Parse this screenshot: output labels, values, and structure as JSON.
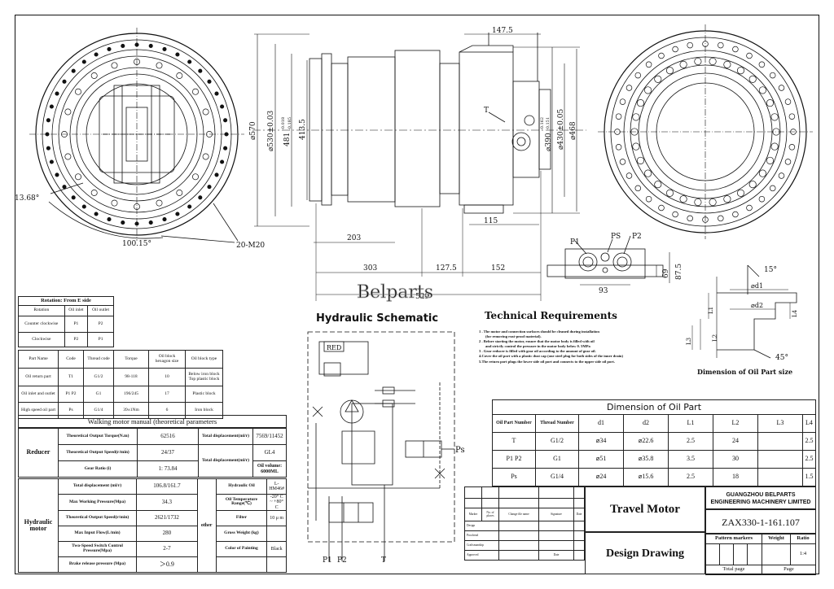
{
  "watermark": "Belparts",
  "dims": {
    "d570": "⌀570",
    "d530": "⌀530±0.03",
    "d481": "481",
    "d481_tol_up": "-0.018",
    "d481_tol_dn": "-0.185",
    "d413": "413.5",
    "w147": "147.5",
    "d430": "⌀430±0.05",
    "d390": "⌀390",
    "d390_tol_up": "-0.162",
    "d390_tol_dn": "-0.151",
    "d468": "⌀468",
    "T": "T",
    "w115": "115",
    "w203": "203",
    "w303": "303",
    "w127": "127.5",
    "w152": "152",
    "w529": "529",
    "angle13": "13.68°",
    "angle100": "100.15°",
    "m20": "20-M20",
    "P1": "P1",
    "PS": "PS",
    "P2": "P2",
    "h69": "69",
    "h87": "87.5",
    "w93": "93",
    "a15": "15°",
    "a45": "45°",
    "od1": "⌀d1",
    "od2": "⌀d2",
    "L1": "L1",
    "L2": "L2",
    "L3": "L3",
    "L4": "L4",
    "oil_caption": "Dimension of Oil Part size"
  },
  "rotation": {
    "title": "Rotation: From E side",
    "headers": [
      "Rotation",
      "Oil inlet",
      "Oil outlet"
    ],
    "rows": [
      [
        "Counter clockwise",
        "P1",
        "P2"
      ],
      [
        "Clockwise",
        "P2",
        "P1"
      ]
    ]
  },
  "parts": {
    "headers": [
      "Part Name",
      "Code",
      "Thread code",
      "Torque",
      "Oil block hexagon size",
      "Oil block type"
    ],
    "rows": [
      [
        "Oil return part",
        "T1",
        "G1/2",
        "98-118",
        "10",
        "Below iron block Top plastic block"
      ],
      [
        "Oil inlet and outlet",
        "P1 P2",
        "G1",
        "196/245",
        "17",
        "Plastic block"
      ],
      [
        "High speed oil part",
        "Ps",
        "G1/4",
        "39±1Nm",
        "6",
        "Iron block"
      ]
    ]
  },
  "manual": {
    "title": "Walking motor manual (theoretical parameters",
    "reducer_label": "Reducer",
    "reducer_rows": [
      [
        "Theoretical Output Torque(N.m)",
        "62516"
      ],
      [
        "Theoretical Output Speed(r/min)",
        "24/37"
      ],
      [
        "Gear Ratio (i)",
        "1: 73.84"
      ]
    ],
    "disp_label": "Total displacement(ml/r)",
    "disp_value": "7569/11452",
    "disp2_label": "Total displacement(ml/r)",
    "disp2_value": "GL4",
    "oil_volume": "Oil volume: 6000ML",
    "motor_label": "Hydraulic motor",
    "motor_rows": [
      [
        "Total displacement (ml/r)",
        "106.8/161.7"
      ],
      [
        "Max Working Pressure(Mpa)",
        "34.3"
      ],
      [
        "Theoretical Output Speed(r/min)",
        "2621/1732"
      ],
      [
        "Max Input Flow(L/min)",
        "280"
      ],
      [
        "Two-Speed Switch Control Pressure(Mpa)",
        "2-7"
      ],
      [
        "Brake release pressure (Mpa)",
        "＞0.9"
      ]
    ],
    "other_label": "other",
    "other_rows": [
      [
        "Hydraulic Oil",
        "L-HM46#"
      ],
      [
        "Oil Temperature Range(℃)",
        "-20° C ~ +80° C"
      ],
      [
        "Filter",
        "10 μ m"
      ],
      [
        "Gross Weight (kg)",
        ""
      ],
      [
        "Color of Painting",
        "Black"
      ]
    ]
  },
  "hydraulic": {
    "title": "Hydraulic Schematic",
    "red": "RED",
    "ps": "Ps",
    "p1": "P1",
    "p2": "P2",
    "t": "T"
  },
  "tech": {
    "title": "Technical Requirements",
    "items": [
      "1 . The motor and connection surfaces should be cleaned during installation",
      "(for removing rust-proof material).",
      "2 . Before starting the motor, ensure that the motor body is filled with oil",
      "and strictly control the pressure in the motor body below 0. 5MPa",
      "3 . Gear reducer is filled with gear oil according to the amount of gear oil.",
      "4.Cover the oil port with a plastic dust cap (one steel plug for both sides of the inner drain)",
      "5.The return port plugs the lower side oil port and connects to the upper side oil port."
    ]
  },
  "oilpart": {
    "title": "Dimension of Oil Part",
    "headers": [
      "Oil Part Number",
      "Thread Number",
      "d1",
      "d2",
      "L1",
      "L2",
      "L3",
      "L4"
    ],
    "rows": [
      [
        "T",
        "G1/2",
        "⌀34",
        "⌀22.6",
        "2.5",
        "24",
        "",
        "2.5"
      ],
      [
        "P1  P2",
        "G1",
        "⌀51",
        "⌀35.8",
        "3.5",
        "30",
        "",
        "2.5"
      ],
      [
        "Ps",
        "G1/4",
        "⌀24",
        "⌀15.6",
        "2.5",
        "18",
        "",
        "1.5"
      ]
    ]
  },
  "titleblock": {
    "company": "GUANGZHOU BELPARTS ENGINEERING MACHINERY LIMITED",
    "product": "Travel Motor",
    "code": "ZAX330-1-161.107",
    "design_drawing": "Design Drawing",
    "pattern": "Pattern markers",
    "weight": "Weight",
    "ratio": "Ratio",
    "ratio_value": "1:4",
    "total_page": "Total   page",
    "page": "Page",
    "rev_headers": [
      "Marker",
      "No. of places",
      "Change file name",
      "Signature",
      "Date"
    ],
    "roles": [
      "Design",
      "Proofread",
      "Craftsmanship",
      "Approved"
    ],
    "date_label": "Date"
  }
}
